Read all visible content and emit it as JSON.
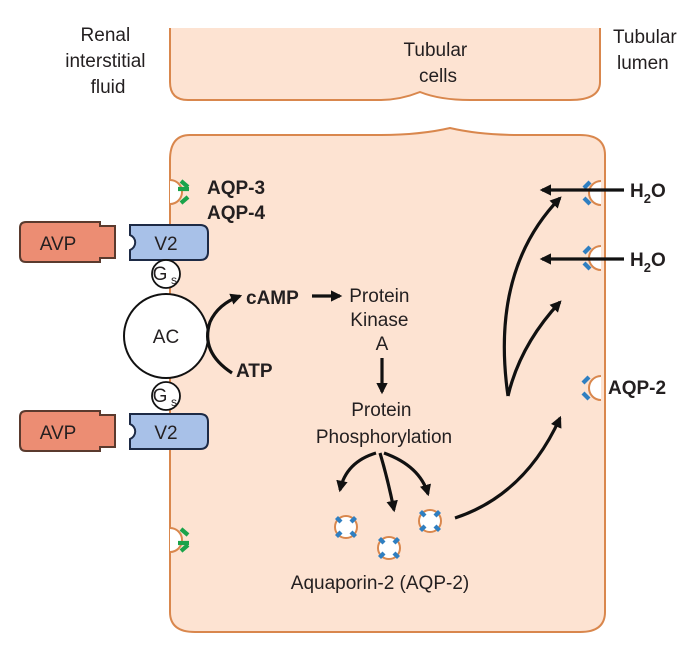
{
  "labels": {
    "renal_interstitial_fluid": [
      "Renal",
      "interstitial",
      "fluid"
    ],
    "tubular_cells": [
      "Tubular",
      "cells"
    ],
    "tubular_lumen": [
      "Tubular",
      "lumen"
    ],
    "aqp3": "AQP-3",
    "aqp4": "AQP-4",
    "avp": "AVP",
    "v2": "V2",
    "gs_main": "G",
    "gs_sub": "s",
    "ac": "AC",
    "camp": "cAMP",
    "atp": "ATP",
    "protein_kinase_a": [
      "Protein",
      "Kinase",
      "A"
    ],
    "protein_phosphorylation": [
      "Protein",
      "Phosphorylation"
    ],
    "aquaporin2": "Aquaporin-2 (AQP-2)",
    "h2o_main": "H",
    "h2o_sub": "2",
    "h2o_end": "O",
    "aqp2": "AQP-2"
  },
  "colors": {
    "cell_fill": "#fde3d2",
    "cell_border": "#d9874d",
    "avp_fill": "#ec8d73",
    "v2_fill": "#a8c1e8",
    "aqp2_marker": "#2f7fc1",
    "aqp34_marker": "#1aa34a"
  }
}
